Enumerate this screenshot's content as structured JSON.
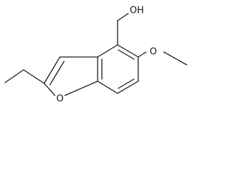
{
  "molecule": {
    "atoms": {
      "hydroxyl": "OH",
      "methoxy_oxygen": "O",
      "furan_oxygen": "O"
    }
  }
}
